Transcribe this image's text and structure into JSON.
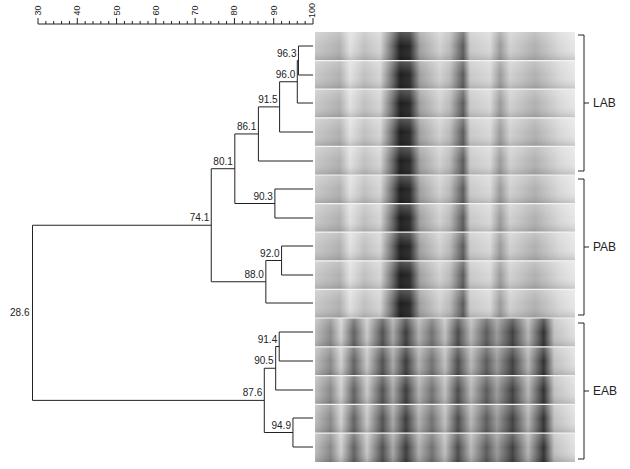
{
  "diagram": {
    "labels": [
      "30",
      "40",
      "50",
      "60",
      "70",
      "80",
      "90",
      "100",
      "96.3",
      "96.0",
      "91.5",
      "86.1",
      "80.1",
      "90.3",
      "74.1",
      "92.0",
      "88.0",
      "28.6",
      "91.4",
      "90.5",
      "87.6",
      "94.9",
      "LAB",
      "PAB",
      "EAB"
    ]
  }
}
